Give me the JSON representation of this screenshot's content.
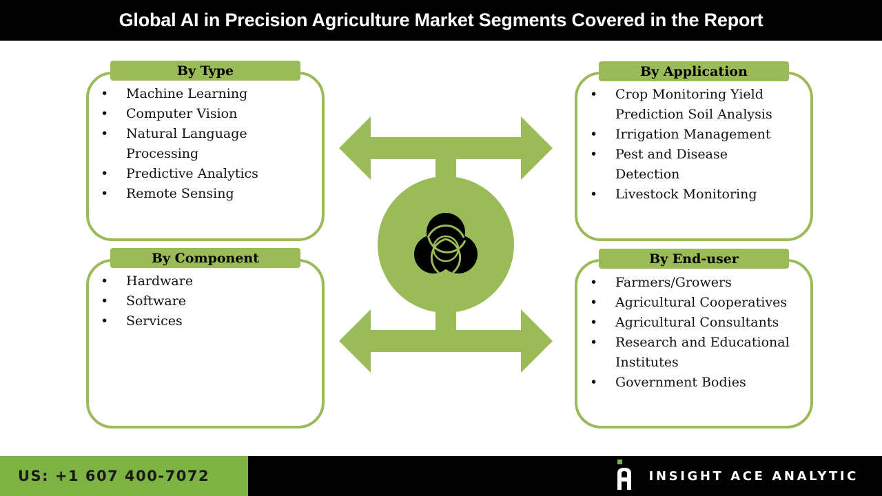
{
  "title": "Global AI in Precision Agriculture Market Segments Covered in the Report",
  "colors": {
    "accent_green": "#9bbb59",
    "footer_green": "#7cb342",
    "title_bg": "#000000",
    "footer_bg": "#000000"
  },
  "segments": {
    "type": {
      "header": "By Type",
      "items": [
        "Machine Learning",
        "Computer Vision",
        "Natural Language Processing",
        "Predictive Analytics",
        "Remote Sensing"
      ]
    },
    "application": {
      "header": "By Application",
      "items": [
        "Crop Monitoring Yield Prediction Soil Analysis",
        "Irrigation Management",
        "Pest and Disease Detection",
        "Livestock Monitoring"
      ]
    },
    "component": {
      "header": "By Component",
      "items": [
        "Hardware",
        "Software",
        "Services"
      ]
    },
    "end_user": {
      "header": "By End-user",
      "items": [
        "Farmers/Growers",
        "Agricultural Cooperatives",
        "Agricultural Consultants",
        "Research and Educational Institutes",
        "Government Bodies"
      ]
    }
  },
  "center_icon": "venn-diagram-icon",
  "footer": {
    "phone": "US: +1 607 400-7072",
    "brand": "INSIGHT ACE ANALYTIC",
    "logo_icon": "insight-ace-logo-icon"
  }
}
